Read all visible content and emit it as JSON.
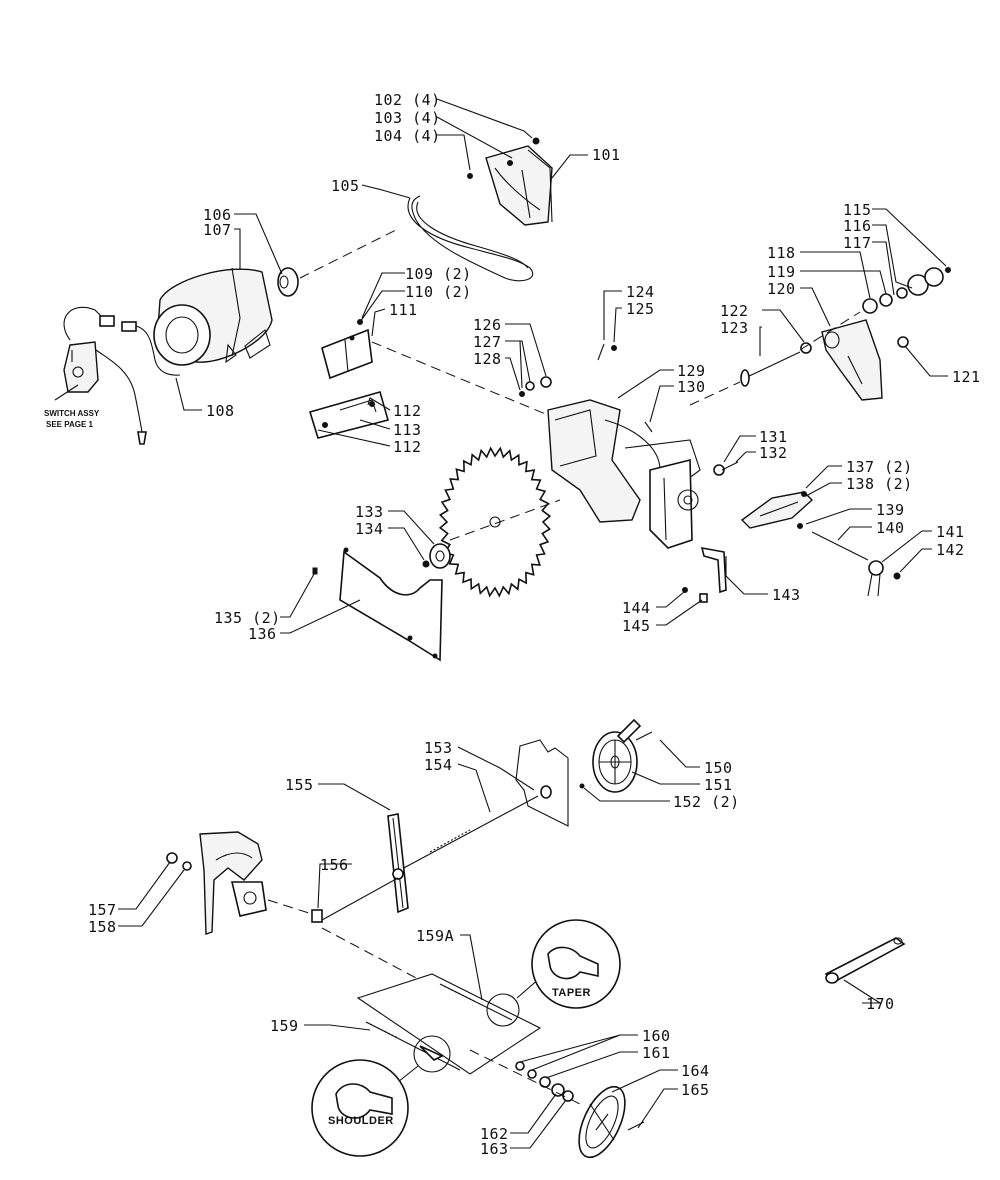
{
  "labels": {
    "l101": "101",
    "l102": "102 (4)",
    "l103": "103 (4)",
    "l104": "104 (4)",
    "l105": "105",
    "l106": "106",
    "l107": "107",
    "l108": "108",
    "l109": "109 (2)",
    "l110": "110 (2)",
    "l111": "111",
    "l112a": "112",
    "l112b": "112",
    "l113": "113",
    "l115": "115",
    "l116": "116",
    "l117": "117",
    "l118": "118",
    "l119": "119",
    "l120": "120",
    "l121": "121",
    "l122": "122",
    "l123": "123",
    "l124": "124",
    "l125": "125",
    "l126": "126",
    "l127": "127",
    "l128": "128",
    "l129": "129",
    "l130": "130",
    "l131": "131",
    "l132": "132",
    "l133": "133",
    "l134": "134",
    "l135": "135 (2)",
    "l136": "136",
    "l137": "137 (2)",
    "l138": "138 (2)",
    "l139": "139",
    "l140": "140",
    "l141": "141",
    "l142": "142",
    "l143": "143",
    "l144": "144",
    "l145": "145",
    "l150": "150",
    "l151": "151",
    "l152": "152 (2)",
    "l153": "153",
    "l154": "154",
    "l155": "155",
    "l156": "156",
    "l157": "157",
    "l158": "158",
    "l159": "159",
    "l159A": "159A",
    "l160": "160",
    "l161": "161",
    "l162": "162",
    "l163": "163",
    "l164": "164",
    "l165": "165",
    "l170": "170"
  },
  "notes": {
    "switch_line1": "SWITCH ASSY",
    "switch_line2": "SEE PAGE 1",
    "taper": "TAPER",
    "shoulder": "SHOULDER"
  }
}
